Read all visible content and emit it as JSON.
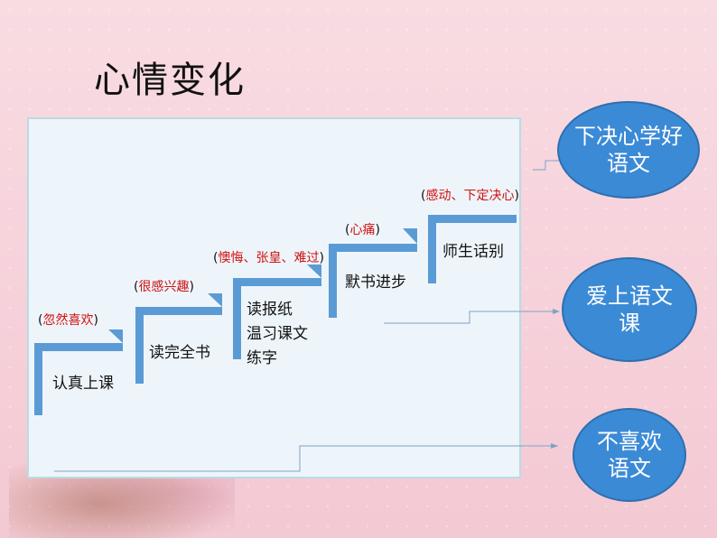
{
  "title": "心情变化",
  "steps": [
    {
      "label": "认真上课",
      "emotion": "忽然喜欢"
    },
    {
      "label": "读完全书",
      "emotion": "很感兴趣"
    },
    {
      "label": "读报纸\n温习课文\n练字",
      "emotion": "懊悔、张皇、难过"
    },
    {
      "label": "默书进步",
      "emotion": "心痛"
    },
    {
      "label": "师生话别",
      "emotion": "感动、下定决心"
    }
  ],
  "bubbles": [
    {
      "text": "下决心学好语文"
    },
    {
      "text": "爱上语文课"
    },
    {
      "text": "不喜欢语文"
    }
  ],
  "colors": {
    "stair_blue": "#5b9bd5",
    "emotion_red": "#d01010",
    "bubble_blue": "#3b8ad6"
  }
}
